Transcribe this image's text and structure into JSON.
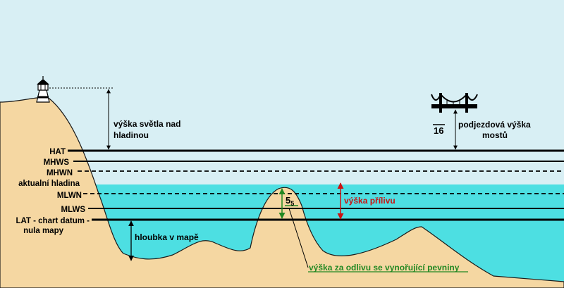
{
  "colors": {
    "sky": "#d8eff4",
    "water": "#4ddfe2",
    "land": "#f5d7a2",
    "land_edge": "#1a1a1a",
    "tide_arrow": "#cc1111",
    "drying_height": "#228822"
  },
  "levels": {
    "hat": "HAT",
    "mhws": "MHWS",
    "mhwn": "MHWN",
    "current_level": "aktualní hladina",
    "mlwn": "MLWN",
    "mlws": "MLWS",
    "lat_line1": "LAT - chart datum -",
    "lat_line2": "nula mapy"
  },
  "annotations": {
    "light_height_line1": "výška světla nad",
    "light_height_line2": "hladinou",
    "clearance_line1": "podjezdová výška",
    "clearance_line2": "mostů",
    "clearance_value": "16",
    "tide_height": "výška přílivu",
    "chart_depth": "hloubka v mapě",
    "drying_height": "výška za odlivu se vynořující pevniny",
    "drying_symbol": "5",
    "drying_subscript": "5"
  },
  "icons": {
    "lighthouse": "lighthouse-icon",
    "bridge": "bridge-icon"
  }
}
